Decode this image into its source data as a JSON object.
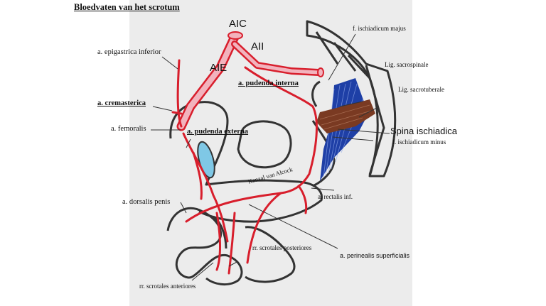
{
  "title": "Bloedvaten van het scrotum",
  "labels": {
    "aic": "AIC",
    "aii": "AII",
    "aie": "AIE",
    "epigastrica": "a. epigastrica inferior",
    "cremasterica": "a. cremasterica",
    "femoralis": "a. femoralis",
    "pudenda_externa": "a. pudenda externa",
    "pudenda_interna": "a. pudenda interna",
    "dorsalis_penis": "a. dorsalis penis",
    "kanaal": "Kanaal van Alcock",
    "rectalis": "a. rectalis inf.",
    "perinealis": "a. perinealis superficialis",
    "scrotales_posteriores": "rr. scrotales posteriores",
    "scrotales_anteriores": "rr. scrotales anteriores",
    "ischiadicum_majus": "f. ischiadicum majus",
    "sacrospinale": "Lig. sacrospinale",
    "sacrotuberale": "Lig. sacrotuberale",
    "spina": "Spina ischiadica",
    "ischiadicum_minus": "f. ischiadicum minus"
  },
  "colors": {
    "artery": "#d81e2c",
    "artery_light": "#f2b3bd",
    "outline": "#333333",
    "ligament_blue": "#1e3fa6",
    "ligament_brown": "#7a3a22",
    "testis_blue": "#7fc8e6",
    "panel": "#ececec"
  }
}
